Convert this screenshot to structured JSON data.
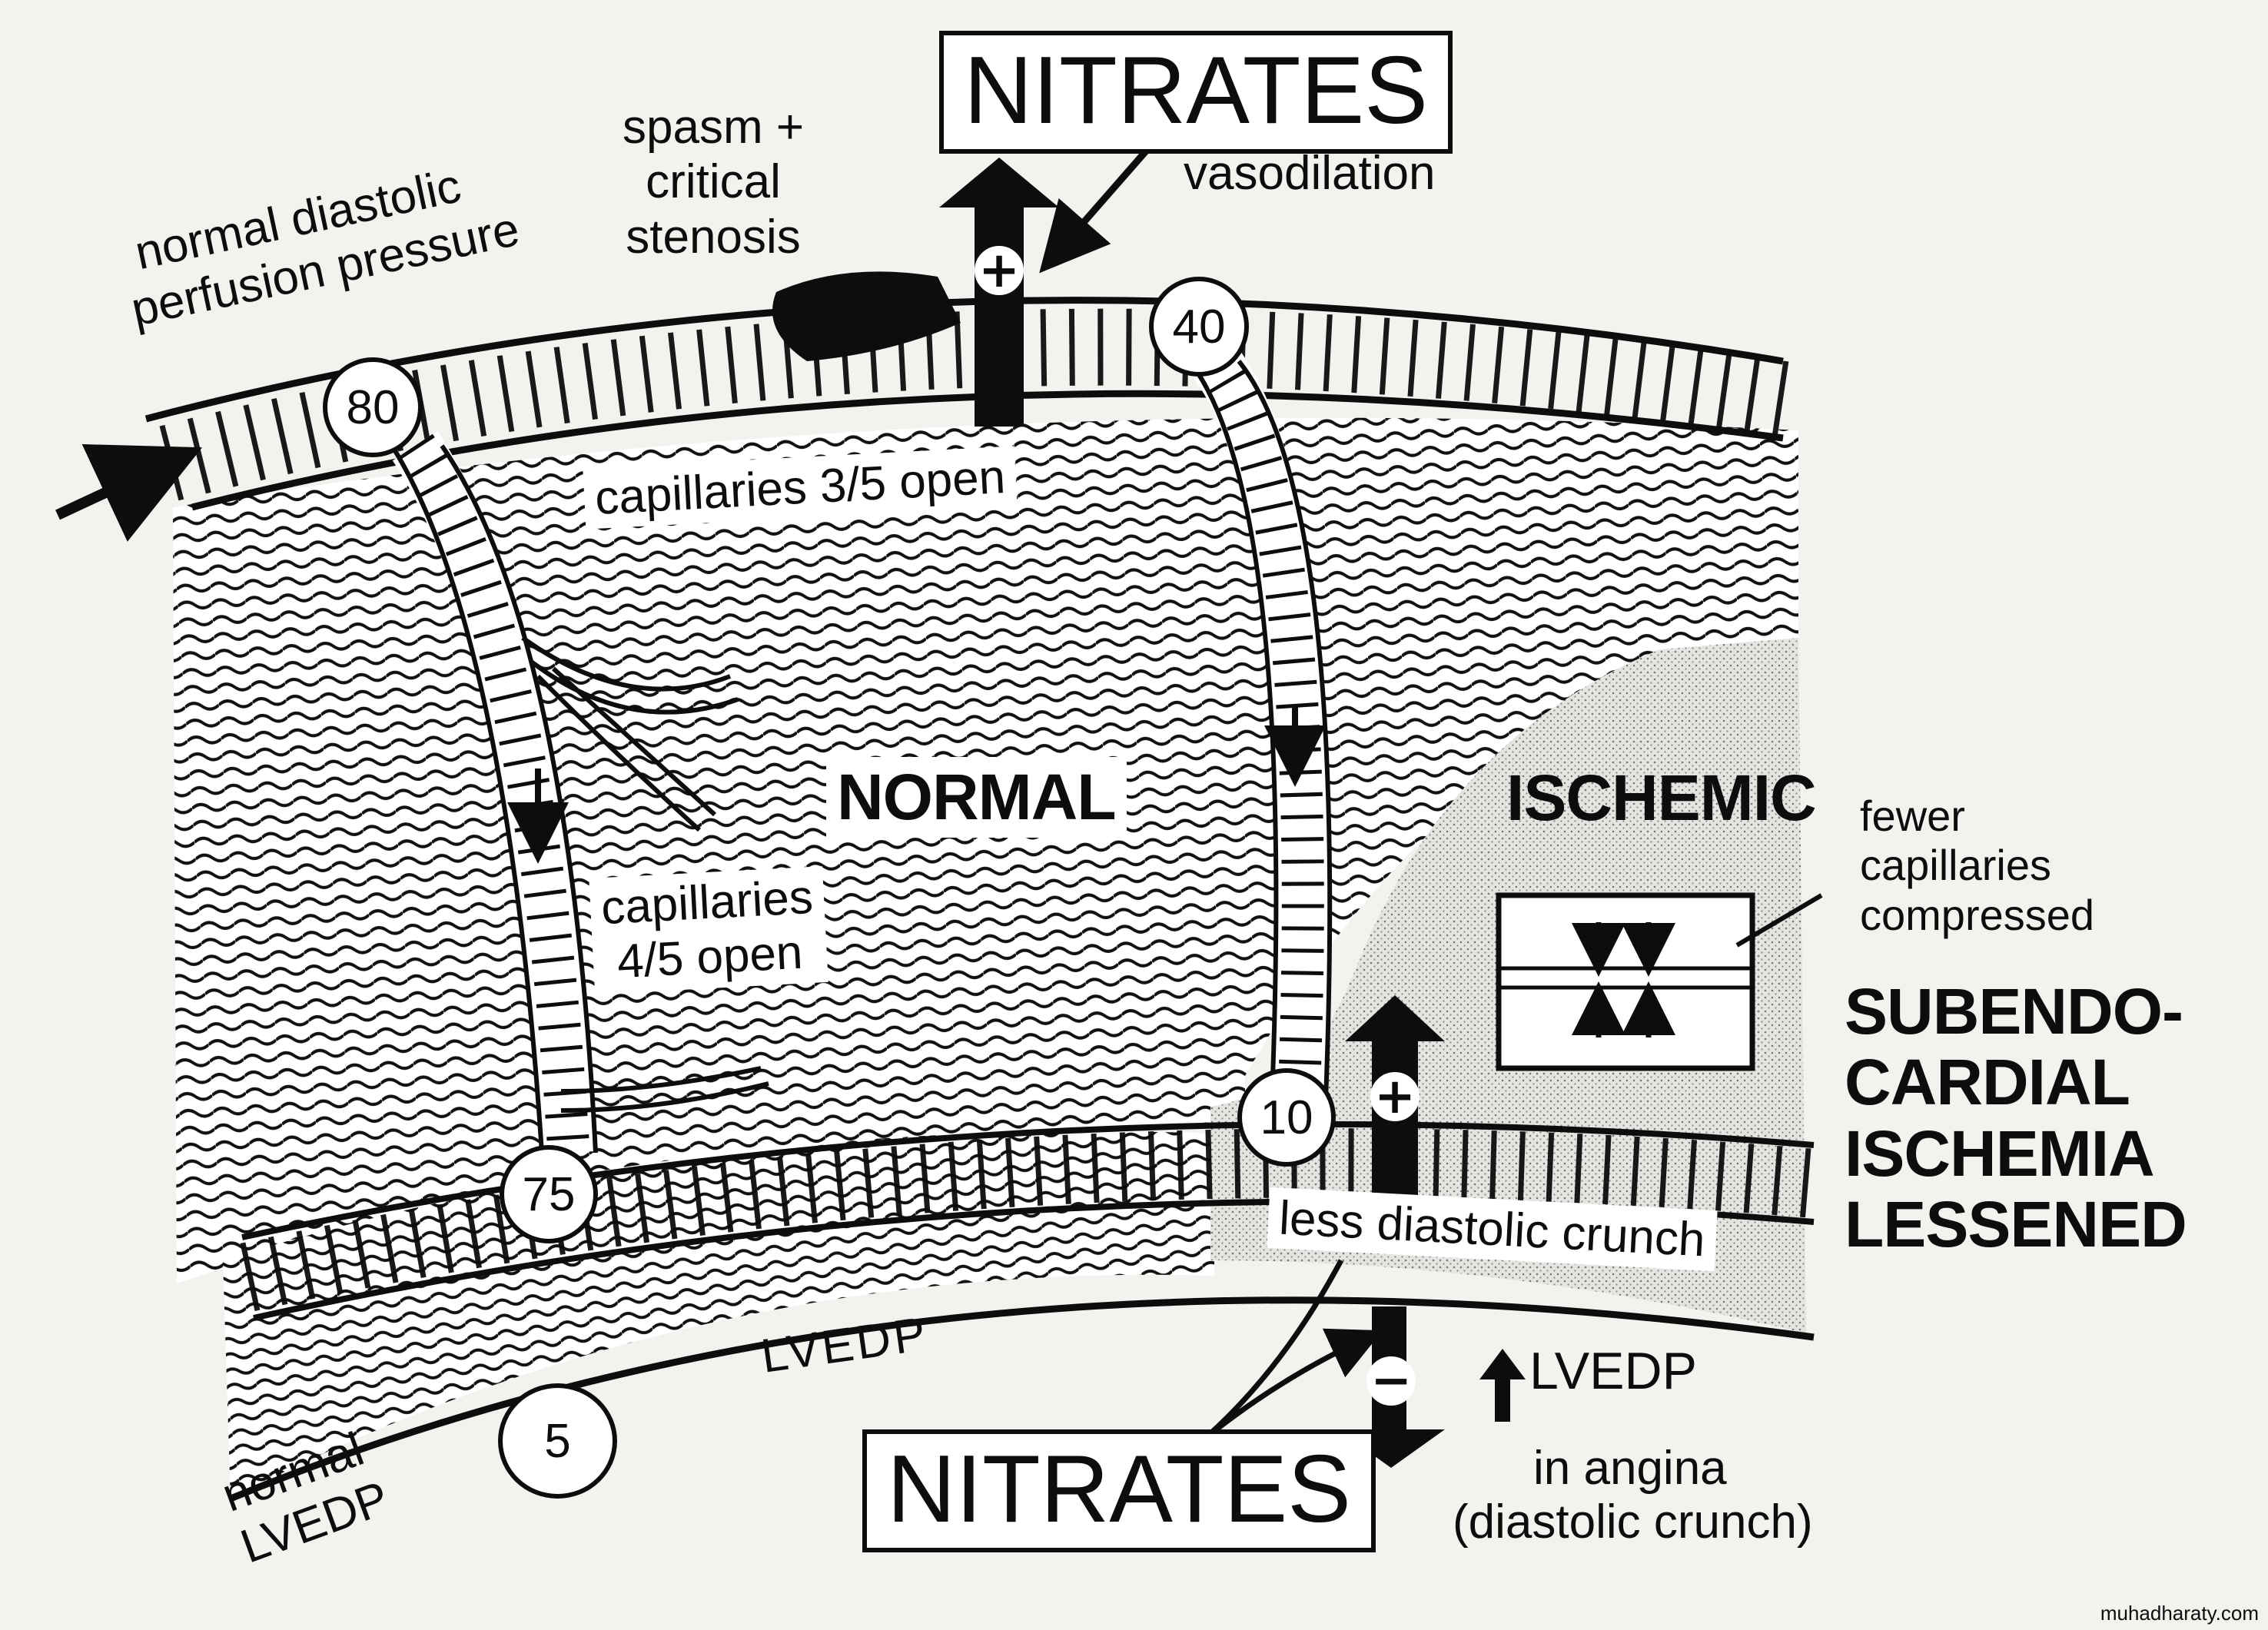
{
  "labels": {
    "top_nitrates": "NITRATES",
    "bottom_nitrates": "NITRATES",
    "vasodilation": "vasodilation",
    "spasm_line1": "spasm +",
    "spasm_line2": "critical",
    "spasm_line3": "stenosis",
    "normal_diastolic_line1": "normal diastolic",
    "normal_diastolic_line2": "perfusion pressure",
    "capillaries_top": "capillaries 3/5 open",
    "capillaries_left_line1": "capillaries",
    "capillaries_left_line2": "4/5 open",
    "normal_zone": "NORMAL",
    "ischemic_zone": "ISCHEMIC",
    "fewer_line1": "fewer",
    "fewer_line2": "capillaries",
    "fewer_line3": "compressed",
    "subendo_line1": "SUBENDO-",
    "subendo_line2": "CARDIAL",
    "subendo_line3": "ISCHEMIA",
    "subendo_line4": "LESSENED",
    "less_crunch": "less diastolic crunch",
    "lvedp_mid": "LVEDP",
    "normal_lvedp_line1": "normal",
    "normal_lvedp_line2": "LVEDP",
    "lvedp_up": "LVEDP",
    "in_angina": "in angina",
    "diastolic_crunch": "(diastolic crunch)",
    "plus_symbol": "+",
    "minus_symbol": "−",
    "watermark": "muhadharaty.com"
  },
  "pressures": {
    "p80": "80",
    "p40": "40",
    "p75": "75",
    "p10": "10",
    "p5": "5"
  },
  "colors": {
    "ink": "#0d0d0d",
    "paper": "#f3f2ee",
    "white": "#ffffff",
    "ischemic_fill": "#d6d6d3"
  }
}
